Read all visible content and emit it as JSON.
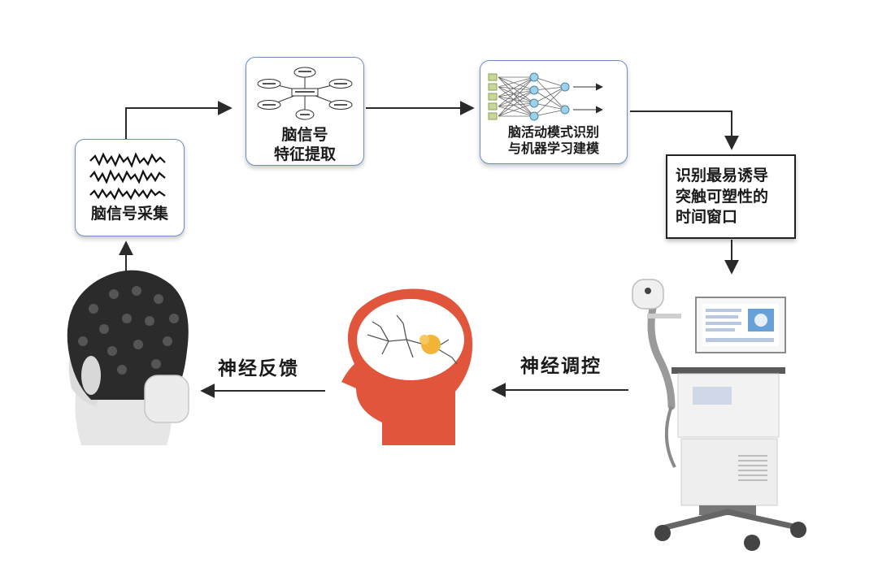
{
  "steps": {
    "eeg_acquisition": "脑信号采集",
    "feature_extraction_line1": "脑信号",
    "feature_extraction_line2": "特征提取",
    "pattern_recognition_line1": "脑活动模式识别",
    "pattern_recognition_line2": "与机器学习建模",
    "window_line1": "识别最易诱导",
    "window_line2": "突触可塑性的",
    "window_line3": "时间窗口",
    "neuromodulation": "神经调控",
    "neurofeedback": "神经反馈"
  },
  "colors": {
    "box_border": "#6b8fc6",
    "arrow": "#2a2a2a",
    "head_red": "#e2553d",
    "neuron_yellow": "#f2b53a",
    "eeg_cap": "#2b2b2b"
  },
  "icons": [
    "eeg-trace-icon",
    "mind-map-icon",
    "neural-network-icon",
    "eeg-cap-icon",
    "brain-neuron-head-icon",
    "tms-device-icon"
  ]
}
